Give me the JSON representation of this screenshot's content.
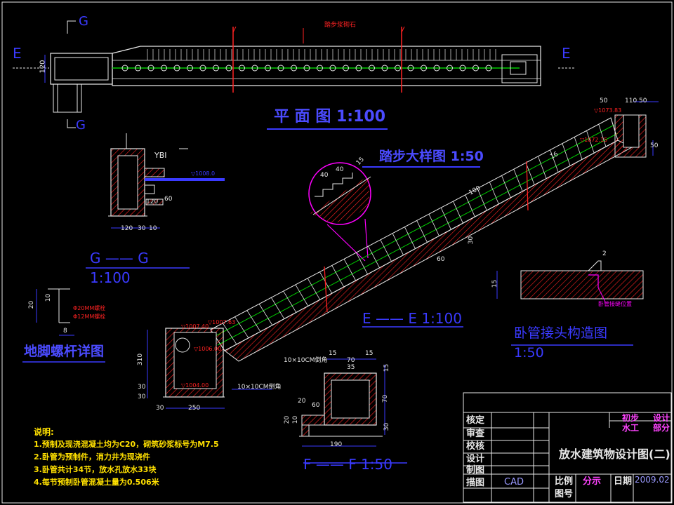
{
  "titles": {
    "plan": "平 面 图 1:100",
    "step_detail": "踏步大样图 1:50",
    "section_gg": "G —— G",
    "section_gg_scale": "1:100",
    "section_ee": "E —— E 1:100",
    "section_ff": "F —— F 1:50",
    "pipe_joint": "卧管接头构造图",
    "pipe_joint_scale": "1:50",
    "anchor_bolt": "地脚螺杆详图"
  },
  "plan_labels": {
    "top_note": "踏步浆砌石",
    "left_dim": "120",
    "left_e": "E",
    "right_e": "E",
    "g_top": "G",
    "g_bottom": "G"
  },
  "step_dims": [
    "40",
    "40",
    "15"
  ],
  "gg_labels": {
    "ybi": "YBI",
    "elev": "▽1008.0",
    "dim_60": "60",
    "dim_120a": "120",
    "dim_120b": "120",
    "dim_30": "30",
    "dim_10": "10"
  },
  "ee_labels": {
    "elev_top": "▽1073.83",
    "elev_mid": "▽1072.15",
    "dim_50a": "50",
    "dim_110": "110",
    "dim_50b": "50",
    "dim_50c": "50",
    "dim_16": "16",
    "dim_100": "100",
    "dim_30": "30",
    "dim_60": "60",
    "elev_box_a": "▽1007.40",
    "elev_box_b": "▽1007.63",
    "elev_box_c": "▽1006.00",
    "elev_box_d": "▽1004.00",
    "fillet": "10×10CM倒角",
    "dim_310": "310",
    "dim_30a": "30",
    "dim_30b": "30",
    "dim_250": "250",
    "dim_30c": "30"
  },
  "ff_labels": {
    "fillet": "10×10CM倒角",
    "dim_15a": "15",
    "dim_70": "70",
    "dim_15b": "15",
    "dim_35": "35",
    "dim_70v": "70",
    "dim_15v": "15",
    "dim_30v": "30",
    "dim_20": "20",
    "dim_60": "60",
    "dim_20b": "20",
    "dim_10": "10",
    "dim_190": "190"
  },
  "joint_labels": {
    "dim_15": "15",
    "dim_2": "2",
    "note": "卧管接缝位置"
  },
  "bolt_labels": {
    "dim_20": "20",
    "dim_10": "10",
    "dim_8": "8",
    "note_a": "Φ20MM螺栓",
    "note_b": "Φ12MM螺栓"
  },
  "notes": {
    "heading": "说明:",
    "items": [
      "1.预制及现浇混凝土均为C20，砌筑砂浆标号为M7.5",
      "2.卧管为预制件，消力井为现浇件",
      "3.卧管共计34节，放水孔放水33块",
      "4.每节预制卧管混凝土量为0.506米"
    ]
  },
  "title_block": {
    "rows": [
      "核定",
      "审查",
      "校核",
      "设计",
      "制图",
      "描图"
    ],
    "cad": "CAD",
    "drawing_title": "放水建筑物设计图(二)",
    "stage_a": "初步",
    "stage_b": "设计",
    "dept_a": "水工",
    "dept_b": "部分",
    "scale_label": "比例",
    "scale_value": "分示",
    "date_label": "日期",
    "date_value": "2009.02",
    "drawing_no": "图号"
  },
  "colors": {
    "background": "#000000",
    "outline": "#e8e8e8",
    "dimension": "#3a3aff",
    "hatch": "#ff2222",
    "centerline": "#00cc00",
    "annotation": "#ff00ff"
  }
}
